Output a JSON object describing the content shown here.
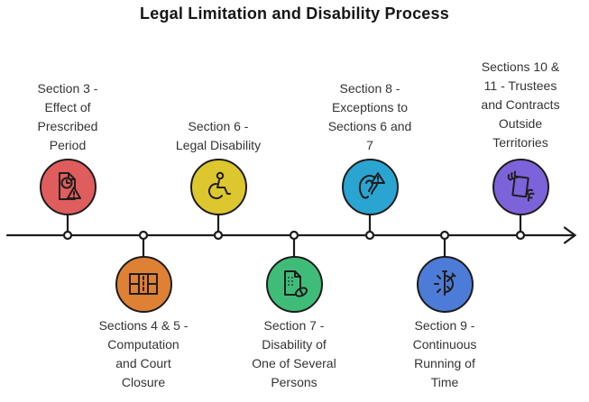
{
  "title": "Legal Limitation and Disability Process",
  "timeline": {
    "axis_color": "#1e1b1b",
    "node_fill": "#ffffff",
    "text_color": "#343434"
  },
  "sections": [
    {
      "id": "section-3",
      "position": "above",
      "label": "Section 3 -\nEffect of\nPrescribed\nPeriod",
      "color": "#e05d5d",
      "icon": "document-clock-warning-icon"
    },
    {
      "id": "sections-4-5",
      "position": "below",
      "label": "Sections 4 & 5 -\nComputation\nand Court\nClosure",
      "color": "#de8134",
      "icon": "court-grid-icon"
    },
    {
      "id": "section-6",
      "position": "above",
      "label": "Section 6 -\nLegal Disability",
      "color": "#ddc72e",
      "icon": "wheelchair-icon"
    },
    {
      "id": "section-7",
      "position": "below",
      "label": "Section 7 -\nDisability of\nOne of Several\nPersons",
      "color": "#3fbd78",
      "icon": "braille-document-pill-icon"
    },
    {
      "id": "section-8",
      "position": "above",
      "label": "Section 8 -\nExceptions to\nSections 6 and\n7",
      "color": "#2aa5d2",
      "icon": "ear-warning-icon"
    },
    {
      "id": "section-9",
      "position": "below",
      "label": "Section 9 -\nContinuous\nRunning of\nTime",
      "color": "#4c7cd7",
      "icon": "half-stopwatch-icon"
    },
    {
      "id": "sections-10-11",
      "position": "above",
      "label": "Sections 10 &\n11 - Trustees\nand Contracts\nOutside\nTerritories",
      "color": "#7d63da",
      "icon": "hands-holding-document-icon"
    }
  ]
}
